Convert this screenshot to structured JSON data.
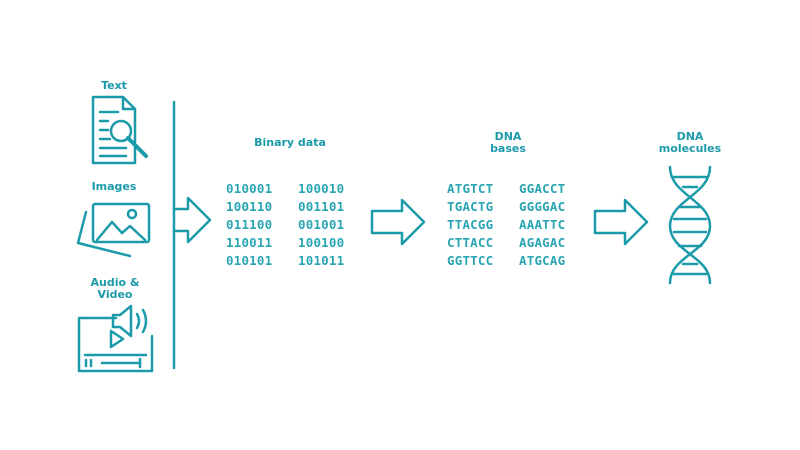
{
  "colors": {
    "accent": "#1b9aaa",
    "code_text": "#2aa5b3",
    "background": "#ffffff"
  },
  "sources": {
    "text_label": "Text",
    "images_label": "Images",
    "audio_video_label_line1": "Audio &",
    "audio_video_label_line2": "Video"
  },
  "binary": {
    "title": "Binary data",
    "rows": [
      [
        "010001",
        "100010"
      ],
      [
        "100110",
        "001101"
      ],
      [
        "011100",
        "001001"
      ],
      [
        "110011",
        "100100"
      ],
      [
        "010101",
        "101011"
      ]
    ]
  },
  "dna_bases": {
    "title_line1": "DNA",
    "title_line2": "bases",
    "rows": [
      [
        "ATGTCT",
        "GGACCT"
      ],
      [
        "TGACTG",
        "GGGGAC"
      ],
      [
        "TTACGG",
        "AAATTC"
      ],
      [
        "CTTACC",
        "AGAGAC"
      ],
      [
        "GGTTCC",
        "ATGCAG"
      ]
    ]
  },
  "dna_molecules": {
    "title_line1": "DNA",
    "title_line2": "molecules"
  },
  "icons": [
    "document-search-icon",
    "image-icon",
    "video-player-icon",
    "arrow-right-icon",
    "dna-helix-icon"
  ]
}
